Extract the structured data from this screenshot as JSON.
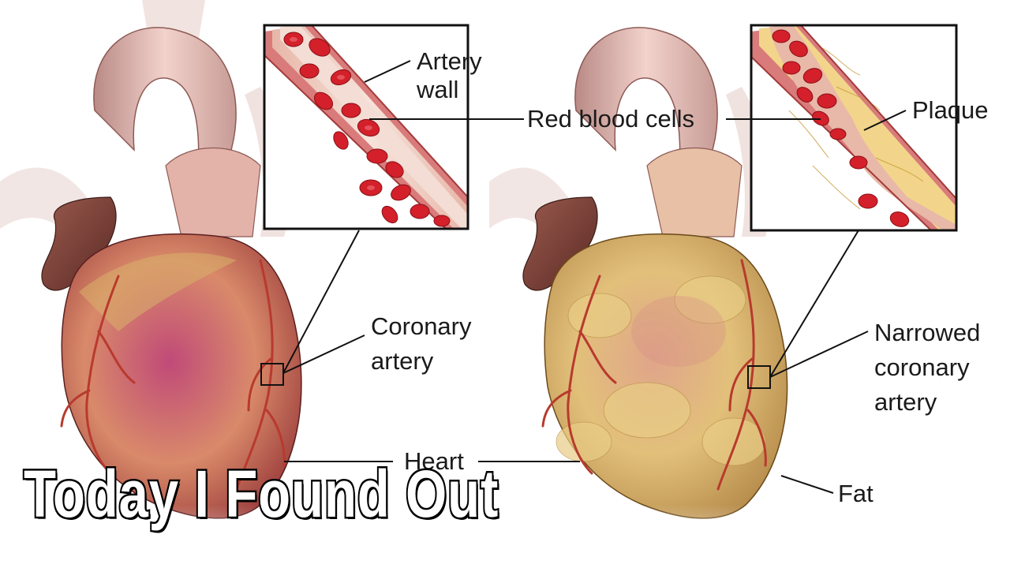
{
  "labels": {
    "artery_wall": [
      "Artery",
      "wall"
    ],
    "red_blood_cells": "Red blood cells",
    "plaque": "Plaque",
    "coronary_artery": [
      "Coronary",
      "artery"
    ],
    "narrowed_coronary_artery": [
      "Narrowed",
      "coronary",
      "artery"
    ],
    "heart": "Heart",
    "fat": "Fat"
  },
  "watermark": "Today I Found Out",
  "colors": {
    "healthy_muscle": "#c4566a",
    "fatty_tissue": "#d8b56a",
    "vessel": "#b83a2e",
    "blood_cell": "#d3202a",
    "plaque": "#f2d58a",
    "leader_line": "#111111"
  }
}
